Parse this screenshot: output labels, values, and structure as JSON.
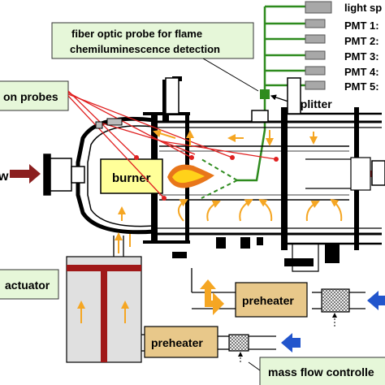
{
  "labels": {
    "fiber_probe_line1": "fiber optic probe for flame",
    "fiber_probe_line2": "chemiluminescence detection",
    "ion_probes": "on probes",
    "light_split": "light sp",
    "pmt1": "PMT 1:",
    "pmt2": "PMT 2:",
    "pmt3": "PMT 3:",
    "pmt4": "PMT 4:",
    "pmt5": "PMT 5:",
    "splitter": "splitter",
    "burner": "burner",
    "actuator": "actuator",
    "preheater_upper": "preheater",
    "preheater_lower": "preheater",
    "mass_flow": "mass flow controlle",
    "flow_left": "w"
  },
  "colors": {
    "fiber_green": "#2e8b1e",
    "label_box_green": "#e6f7d9",
    "burner_yellow": "#ffff99",
    "preheater_tan": "#e8c88a",
    "actuator_red": "#a01818",
    "arrow_orange": "#f5a623",
    "arrow_blue": "#2255cc",
    "arrow_maroon": "#8b2020",
    "probe_red": "#e02020"
  }
}
